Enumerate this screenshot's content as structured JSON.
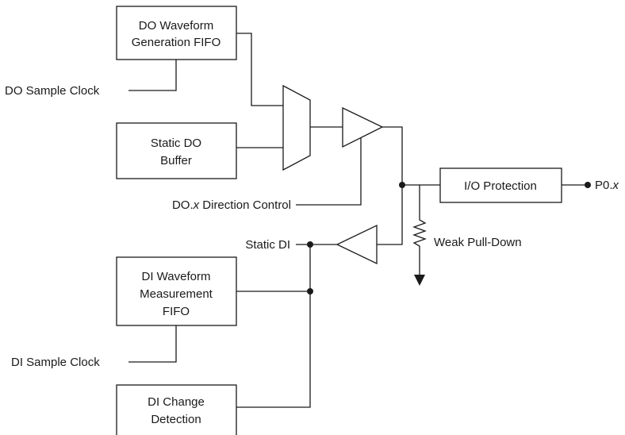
{
  "blocks": {
    "do_fifo": [
      "DO Waveform",
      "Generation FIFO"
    ],
    "static_do": [
      "Static DO",
      "Buffer"
    ],
    "di_fifo": [
      "DI Waveform",
      "Measurement",
      "FIFO"
    ],
    "di_change": [
      "DI Change",
      "Detection"
    ],
    "io_protection": "I/O Protection"
  },
  "signals": {
    "do_sample_clock": "DO Sample Clock",
    "direction_prefix": "DO.",
    "direction_var": "x",
    "direction_suffix": " Direction Control",
    "static_di": "Static DI",
    "di_sample_clock": "DI Sample Clock",
    "pin_prefix": "P0.",
    "pin_var": "x",
    "pull_down": "Weak Pull-Down"
  }
}
